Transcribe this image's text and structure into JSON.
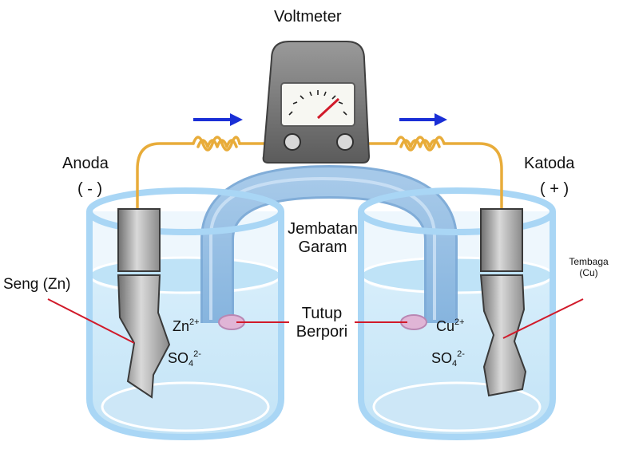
{
  "title": "Voltmeter",
  "anode": {
    "name": "Anoda",
    "sign": "( - )",
    "electrode": "Seng (Zn)"
  },
  "cathode": {
    "name": "Katoda",
    "sign": "( + )",
    "electrode_line1": "Tembaga",
    "electrode_line2": "(Cu)"
  },
  "salt_bridge": {
    "line1": "Jembatan",
    "line2": "Garam"
  },
  "porous_plug": {
    "line1": "Tutup",
    "line2": "Berpori"
  },
  "left_ions": {
    "cation": "Zn",
    "cation_charge": "2+",
    "anion": "SO",
    "anion_sub": "4",
    "anion_charge": "2-"
  },
  "right_ions": {
    "cation": "Cu",
    "cation_charge": "2+",
    "anion": "SO",
    "anion_sub": "4",
    "anion_charge": "2-"
  },
  "colors": {
    "solution": "#cfe9f8",
    "beaker_rim": "#a9d6f5",
    "wire": "#e8ac3a",
    "arrow": "#1a2fd6",
    "pointer_line": "#d11a2a",
    "needle": "#d11a2a"
  }
}
